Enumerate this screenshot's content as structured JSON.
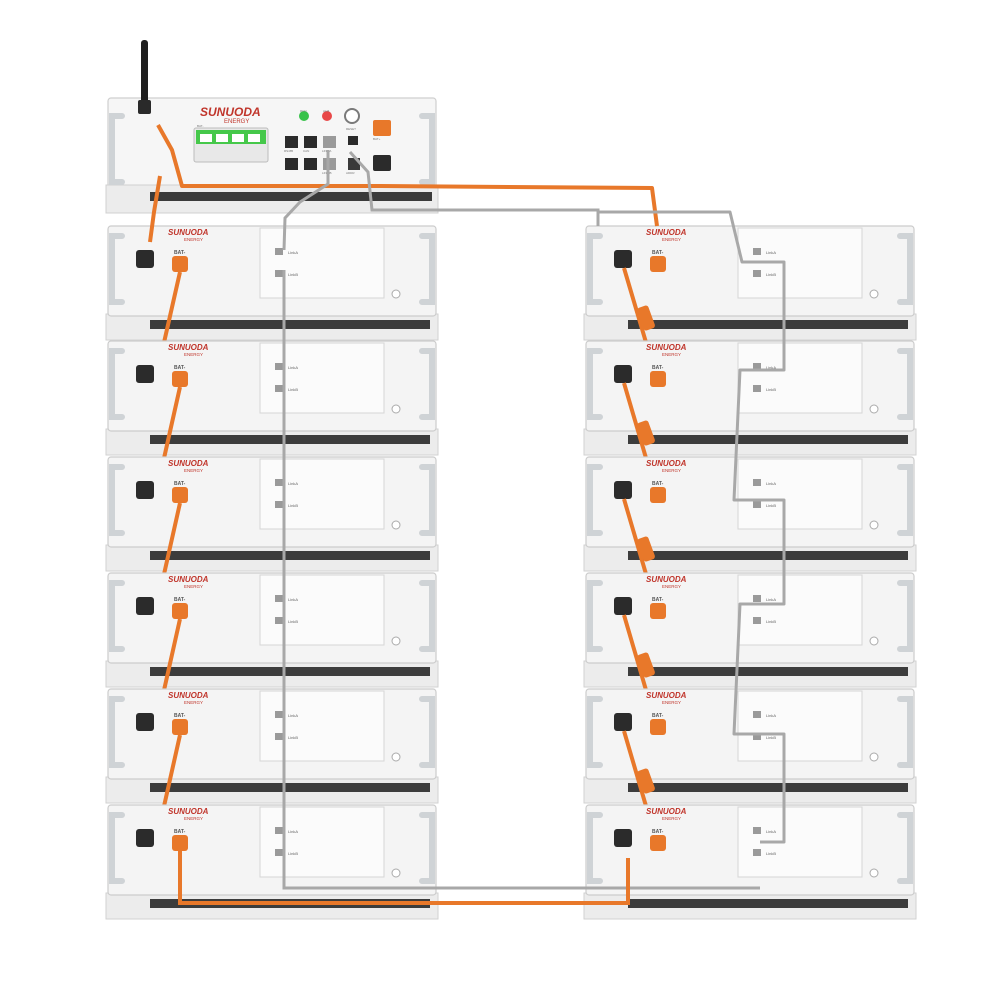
{
  "controller": {
    "brand": "SUNUODA",
    "brand_sub": "ENERGY",
    "ports": [
      "BAT-",
      "BAT+",
      "RUN",
      "ALM",
      "RS485",
      "CAN",
      "LINK A",
      "LINK B",
      "ADDR",
      "RESET"
    ]
  },
  "modules": {
    "brand": "SUNUODA",
    "brand_sub": "ENERGY",
    "terminal_label": "BAT-",
    "link_a": "LinkA",
    "link_b": "LinkB"
  },
  "colors": {
    "power_cable": "#e8782a",
    "comm_cable": "#a8a8a8",
    "connector_dark": "#2b2b2b",
    "chassis": "#f4f4f4",
    "handle": "#cfd3d6",
    "breaker_green": "#45c84a",
    "led_green": "#38c24a",
    "led_red": "#e84848",
    "brand_red": "#c0352b"
  },
  "icons": [
    "antenna-icon",
    "breaker-icon",
    "led-icon",
    "rj45-port-icon",
    "power-connector-icon",
    "battery-terminal-icon",
    "handle-icon"
  ]
}
